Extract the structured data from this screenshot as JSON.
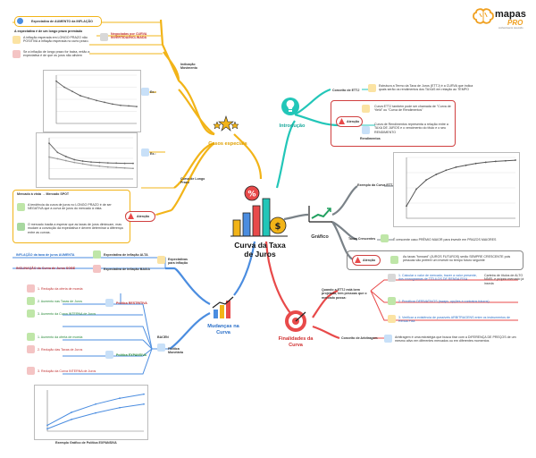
{
  "brand": {
    "name": "mapas",
    "sub": "PRO",
    "tagline": "conhecimento resumido"
  },
  "center": {
    "title": "Curva da Taxa de Juros"
  },
  "branches": {
    "casos": "Casos especiais",
    "introducao": "Introdução",
    "grafico": "Gráfico",
    "mudancas": "Mudanças na Curva",
    "finalidades": "Finalidades da Curva"
  },
  "casos": {
    "top_pill": "Expectativa de AUMENTO da INFLAÇÃO",
    "premio_title": "A expectativa é de um longo prazo premiado",
    "l1": "A inflação esperada em LONGO PRAZO não POSITIVA à inflação esperada no curto prazo.",
    "l2": "Se a inflação de longo prazo for baixa, então a expectativa é de que os juros não aliviem",
    "note_a": "Negociadas por CURVA INVERTIDA/INCLINADA",
    "indicacao": "Indicação Movimento",
    "label_ex1": "Ex.:",
    "label_ex2": "Ex.:",
    "curva_longo": "Curva de Longo Prazo",
    "mercado_title": "Mercado à vista → Mercado SPOT",
    "m1": "A tendência da curva de juros no LONGO PRAZO é de ser NEGATIVA que a curva de juros do mercado à vista.",
    "m2": "O mercado inadia a esperar que as taxas de juros diminuam, mas mudam a convicção da expectativa e devem deteminar a diferença entre as curvas.",
    "atencao": "Atenção"
  },
  "intro": {
    "conceito": "Conceito de ETTJ",
    "c1": "Estrutura a Termo da Taxa de Juros (ETTJ) é a CURVA que indica quais serão os rendimentos dos TAXAS em relação ao TEMPO",
    "atencao": "Atenção",
    "a1": "Curva ETTJ também pode ser chamada de \"Curva de Yield\" ou \"Curva de Rendimentos\"",
    "exemplo": "Curva de Rendimentos representa a relação entre a TAXA DE JUROS e o vencimento do título e o seu RENDIMENTO",
    "rendim": "Rendimentos"
  },
  "grafico": {
    "exemplo_label": "Exemplo da Curva ETTJ",
    "taxas": "Taxas Crescentes",
    "taxas_text": "É crescente caso PRÊMIO MAIOR para investir em PRAZOS MAIORES",
    "atencao": "Atenção",
    "at_text": "As taxas \"forward\" (JUROS FUTUROS) serão SEMPRE CRESCENTE pois pessoas vão preferir um investir no tempo futuro seguinte"
  },
  "mudancas": {
    "inflacao_label": "INFLAÇÃO da taxa de juros AUMENTA",
    "sup_inflacao": "Expectativa de inflação ALTA",
    "inclinacao": "INCLINAÇÃO da Curva de Juros SOBE",
    "expect_ban": "Expectativa de Inflação BAIXA",
    "exp_expec": "Expectativas para inflação",
    "r1": "1. Redução da oferta de moeda",
    "r2": "2. Aumento nas Taxas de Juros",
    "r3": "3. Aumento da Curva INTERNA de Juros",
    "pol_restritiva": "Política RESTRITIVA",
    "r4": "1. Aumento da oferta de moeda",
    "r5": "2. Redução das Taxas de Juros",
    "r6": "3. Redução da Curva INTERNA de Juros",
    "pol_expansiva": "Política EXPANSIVA",
    "pol_monet": "Política Monetária",
    "bacen": "BACEN",
    "chart_caption": "Exemplo Gráfico de Política EXPANSIVA"
  },
  "finalidades": {
    "f1": "1. Calcular o valor de mercado, trazer a valor presente, dos cronogramas de TÍTULOS DE RENDA FIXA",
    "f1b": "Carteira de títulos de ALTO NÍVEL e próprio mercado já inseda",
    "quando": "Quando a ETTJ está bem projetada, tem pessoas que o mercado possa:",
    "f2": "2. Precificar DERIVATIVOS (swaps, opções e contratos futuros)",
    "f3": "3. Verificar a existência de possíveis ARBITRAGENS entre os instrumentos de Renda Fixa",
    "arb_label": "Conceito de Arbitragem",
    "arb_text": "Arbitragem é uma estratégia que busca tirar com a DIFERENÇA DE PREÇOS de um mesmo ativo em diferentes mercados ou em diferentes momentos"
  },
  "chart_data": [
    {
      "type": "line",
      "title": "",
      "series": [
        {
          "values": [
            12.0,
            11.0,
            10.3,
            9.6,
            9.2,
            8.8,
            8.5,
            8.2,
            8.0,
            7.9,
            7.8
          ]
        }
      ],
      "ylim": [
        5,
        13
      ]
    },
    {
      "type": "line",
      "title": "",
      "series": [
        {
          "values": [
            12.8,
            10.8,
            9.9,
            9.2,
            8.9,
            8.7,
            8.6,
            8.5,
            8.45,
            8.4,
            8.4
          ]
        },
        {
          "values": [
            9.8,
            9.4,
            9.0,
            8.6,
            8.3,
            8.0,
            7.8,
            7.6,
            7.5,
            7.4,
            7.3
          ]
        }
      ],
      "ylim": [
        5,
        14
      ]
    },
    {
      "type": "line",
      "title": "",
      "series": [
        {
          "values": [
            6.0,
            8.8,
            10.3,
            11.2,
            11.9,
            12.4,
            12.7,
            13.0,
            13.2,
            13.35,
            13.45,
            13.55
          ]
        }
      ],
      "ylim": [
        4,
        14
      ]
    },
    {
      "type": "line",
      "title": "",
      "series": [
        {
          "values": [
            1.0,
            3.2,
            4.6,
            5.6,
            6.3
          ]
        },
        {
          "values": [
            0.4,
            2.0,
            3.1,
            4.0,
            4.6
          ]
        }
      ],
      "ylim": [
        0,
        7
      ]
    }
  ]
}
